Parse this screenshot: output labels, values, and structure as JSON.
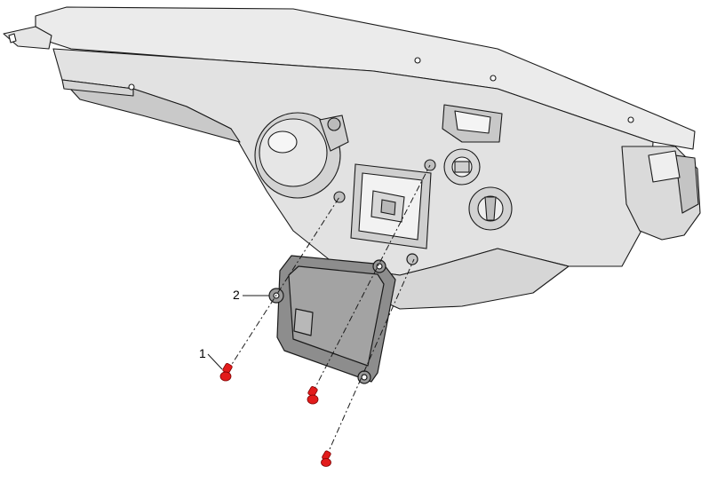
{
  "diagram": {
    "callouts": [
      {
        "id": "callout-1",
        "label": "1"
      },
      {
        "id": "callout-2",
        "label": "2"
      }
    ],
    "colors": {
      "housing": "#e4e4e4",
      "housing_shade": "#bdbdbd",
      "module": "#8a8a8a",
      "screw": "#e21b1b",
      "line": "#1a1a1a"
    }
  }
}
